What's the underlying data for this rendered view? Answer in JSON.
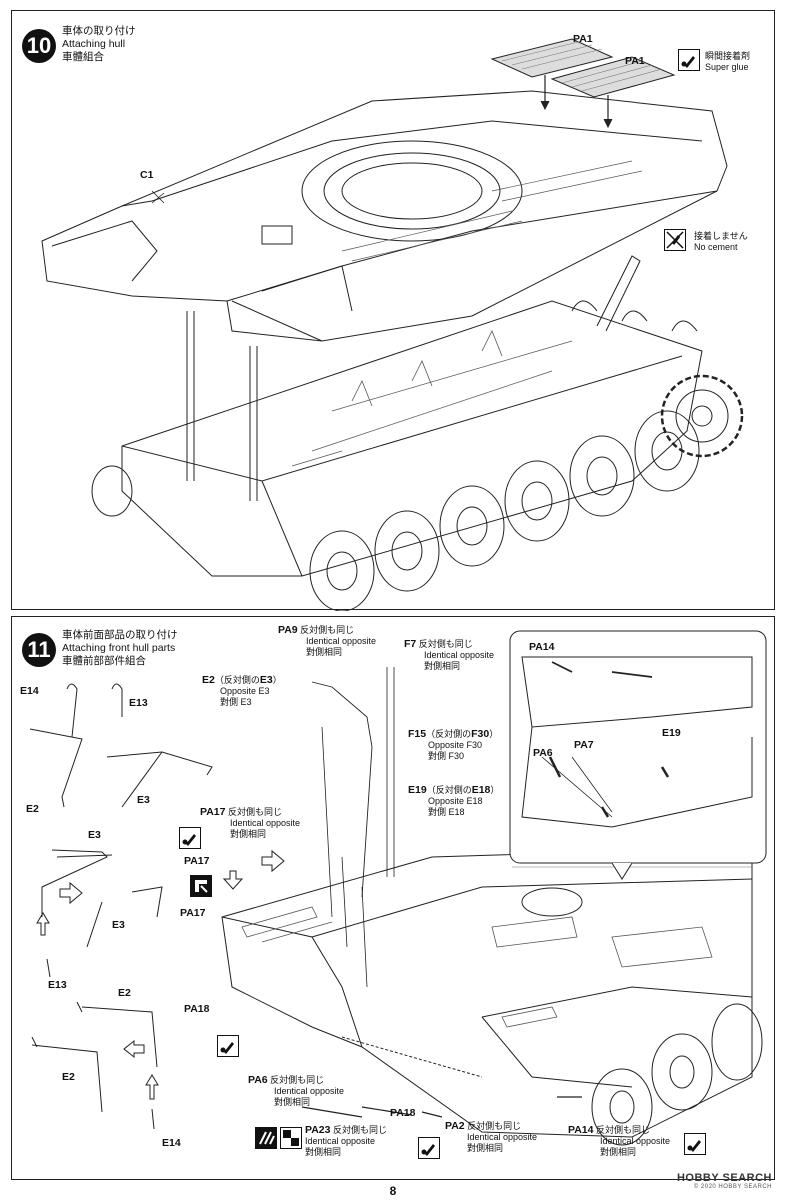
{
  "step10": {
    "number": "10",
    "title_jp": "車体の取り付け",
    "title_en": "Attaching hull",
    "title_cn": "車體組合",
    "labels": {
      "pa1_a": "PA1",
      "pa1_b": "PA1",
      "c1": "C1"
    },
    "super_glue": {
      "jp": "瞬間接着剤",
      "en": "Super glue"
    },
    "no_cement": {
      "jp": "接着しません",
      "en": "No cement"
    }
  },
  "step11": {
    "number": "11",
    "title_jp": "車体前面部品の取り付け",
    "title_en": "Attaching front hull parts",
    "title_cn": "車體前部部件組合",
    "labels": {
      "e14_top": "E14",
      "e13_top": "E13",
      "e2_left": "E2",
      "e3_a": "E3",
      "e3_b": "E3",
      "e3_c": "E3",
      "e13_b": "E13",
      "e2_c": "E2",
      "e2_d": "E2",
      "e14_b": "E14",
      "pa17_a": "PA17",
      "pa17_b": "PA17",
      "pa18_a": "PA18",
      "pa18_b": "PA18",
      "pa14_inset": "PA14",
      "pa6_inset": "PA6",
      "pa7_inset": "PA7",
      "e19_inset": "E19"
    },
    "notes": {
      "pa9": {
        "part": "PA9",
        "jp": "反対側も同じ",
        "en": "Identical opposite",
        "cn": "對側相同"
      },
      "f7": {
        "part": "F7",
        "jp": "反対側も同じ",
        "en": "Identical opposite",
        "cn": "對側相同"
      },
      "e2_opp": {
        "part": "E2",
        "jp_pre": "（反対側の",
        "part2": "E3",
        "jp_post": "）",
        "en": "Opposite E3",
        "cn": "對側 E3"
      },
      "f15": {
        "part": "F15",
        "jp_pre": "（反対側の",
        "part2": "F30",
        "jp_post": "）",
        "en": "Opposite F30",
        "cn": "對側 F30"
      },
      "e19": {
        "part": "E19",
        "jp_pre": "（反対側の",
        "part2": "E18",
        "jp_post": "）",
        "en": "Opposite E18",
        "cn": "對側 E18"
      },
      "pa17": {
        "part": "PA17",
        "jp": "反対側も同じ",
        "en": "Identical opposite",
        "cn": "對側相同"
      },
      "pa6": {
        "part": "PA6",
        "jp": "反対側も同じ",
        "en": "Identical opposite",
        "cn": "對側相同"
      },
      "pa23": {
        "part": "PA23",
        "jp": "反対側も同じ",
        "en": "Identical opposite",
        "cn": "對側相同"
      },
      "pa2": {
        "part": "PA2",
        "jp": "反対側も同じ",
        "en": "Identical opposite",
        "cn": "對側相同"
      },
      "pa14": {
        "part": "PA14",
        "jp": "反対側も同じ",
        "en": "Identical opposite",
        "cn": "對側相同"
      }
    }
  },
  "page_number": "8",
  "watermark": {
    "text": "HOBBY SEARCH",
    "sub": "© 2020 HOBBY SEARCH"
  }
}
